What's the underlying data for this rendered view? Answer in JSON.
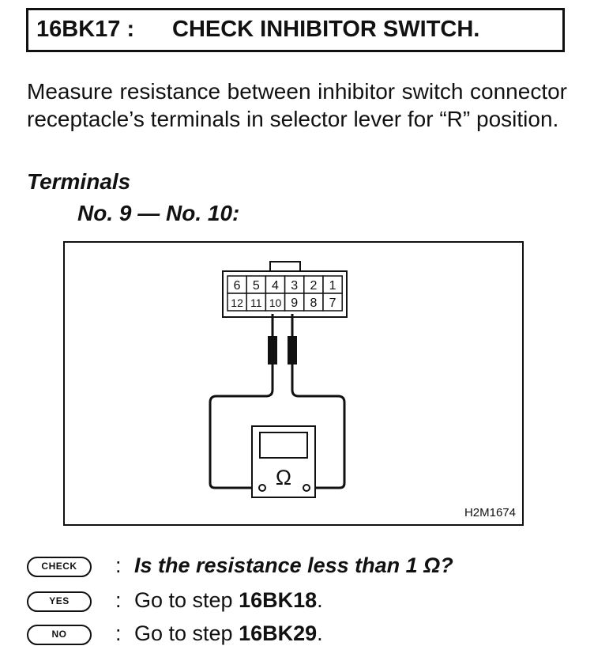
{
  "header": {
    "step": "16BK17 :",
    "title": "CHECK INHIBITOR SWITCH."
  },
  "intro": "Measure resistance between inhibitor switch connector receptacle’s terminals in selector lever for “R” position.",
  "terminals": {
    "label": "Terminals",
    "value": "No. 9 — No. 10:"
  },
  "diagram": {
    "code": "H2M1674",
    "connector_top_row": [
      "6",
      "5",
      "4",
      "3",
      "2",
      "1"
    ],
    "connector_bottom_row": [
      "12",
      "11",
      "10",
      "9",
      "8",
      "7"
    ],
    "meter_symbol": "Ω"
  },
  "results": {
    "check": {
      "badge": "CHECK",
      "colon": ":",
      "text": "Is the resistance less than 1 Ω?"
    },
    "yes": {
      "badge": "YES",
      "colon": ":",
      "prefix": "Go to step ",
      "step": "16BK18",
      "suffix": "."
    },
    "no": {
      "badge": "NO",
      "colon": ":",
      "prefix": "Go to step ",
      "step": "16BK29",
      "suffix": "."
    }
  }
}
